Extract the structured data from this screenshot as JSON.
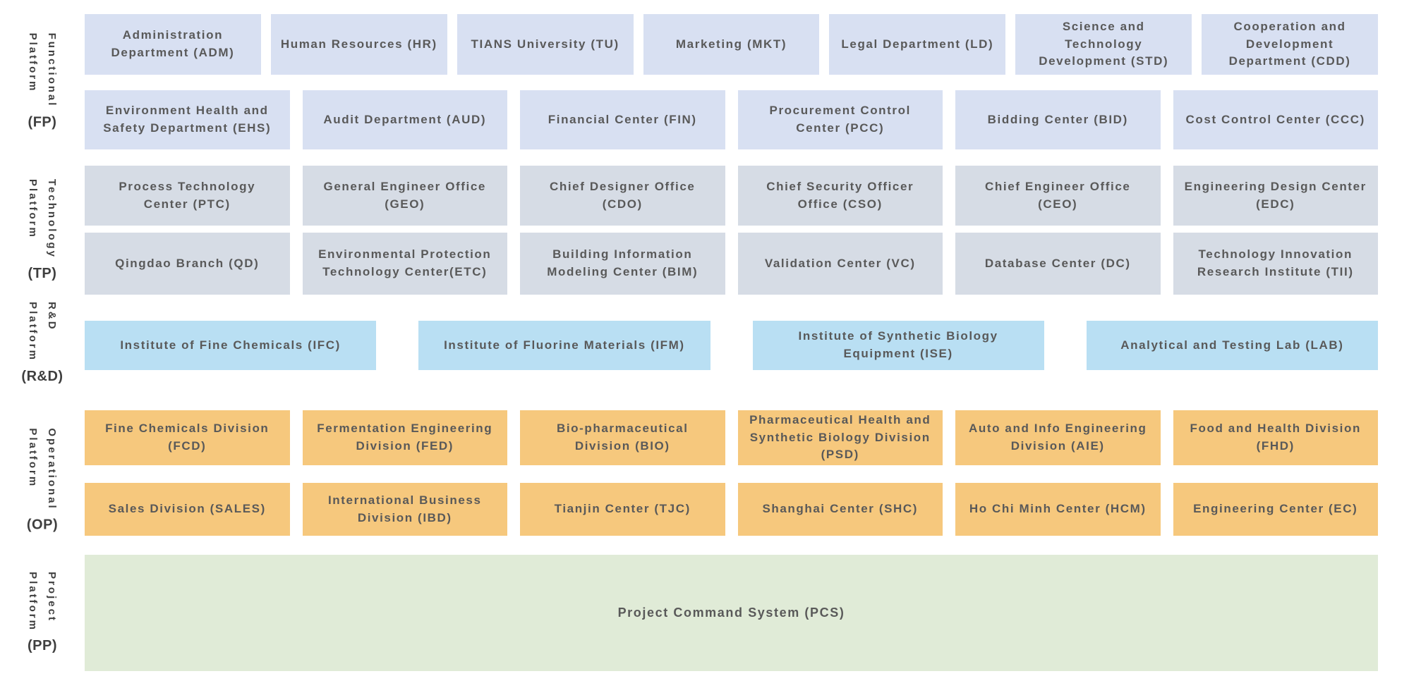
{
  "colors": {
    "background": "#FFFFFF",
    "fp_box": "#D8E0F2",
    "tp_box": "#D6DCE5",
    "rd_box": "#B9DFF3",
    "op_box": "#F6C87D",
    "pp_box": "#E0EBD7",
    "box_text": "#595959",
    "label_text": "#3F3F3F"
  },
  "platforms": [
    {
      "id": "fp",
      "name_lines": [
        "Functional",
        "Platform"
      ],
      "abbr": "(FP)",
      "rows": [
        [
          "Administration Department (ADM)",
          "Human Resources (HR)",
          "TIANS University (TU)",
          "Marketing (MKT)",
          "Legal Department (LD)",
          "Science and Technology Development (STD)",
          "Cooperation and Development Department (CDD)"
        ],
        [
          "Environment Health and Safety Department (EHS)",
          "Audit Department (AUD)",
          "Financial Center (FIN)",
          "Procurement Control Center (PCC)",
          "Bidding Center (BID)",
          "Cost Control Center (CCC)"
        ]
      ]
    },
    {
      "id": "tp",
      "name_lines": [
        "Technology",
        "Platform"
      ],
      "abbr": "(TP)",
      "rows": [
        [
          "Process Technology Center (PTC)",
          "General Engineer Office (GEO)",
          "Chief Designer Office (CDO)",
          "Chief Security Officer Office (CSO)",
          "Chief Engineer Office (CEO)",
          "Engineering Design Center (EDC)"
        ],
        [
          "Qingdao Branch (QD)",
          "Environmental Protection Technology Center(ETC)",
          "Building Information Modeling Center (BIM)",
          "Validation Center (VC)",
          "Database Center (DC)",
          "Technology Innovation Research Institute (TII)"
        ]
      ]
    },
    {
      "id": "rd",
      "name_lines": [
        "R&D",
        "Platform"
      ],
      "abbr": "(R&D)",
      "rows": [
        [
          "Institute of Fine Chemicals (IFC)",
          "Institute of Fluorine Materials (IFM)",
          "Institute of Synthetic Biology Equipment (ISE)",
          "Analytical and Testing Lab (LAB)"
        ]
      ]
    },
    {
      "id": "op",
      "name_lines": [
        "Operational",
        "Platform"
      ],
      "abbr": "(OP)",
      "rows": [
        [
          "Fine Chemicals Division (FCD)",
          "Fermentation Engineering Division (FED)",
          "Bio-pharmaceutical Division (BIO)",
          "Pharmaceutical Health and Synthetic Biology Division (PSD)",
          "Auto and Info Engineering Division (AIE)",
          "Food and Health Division (FHD)"
        ],
        [
          "Sales Division (SALES)",
          "International Business Division (IBD)",
          "Tianjin Center (TJC)",
          "Shanghai Center (SHC)",
          "Ho Chi Minh Center (HCM)",
          "Engineering Center (EC)"
        ]
      ]
    },
    {
      "id": "pp",
      "name_lines": [
        "Project",
        "Platform"
      ],
      "abbr": "(PP)",
      "rows": [
        [
          "Project Command System (PCS)"
        ]
      ]
    }
  ]
}
